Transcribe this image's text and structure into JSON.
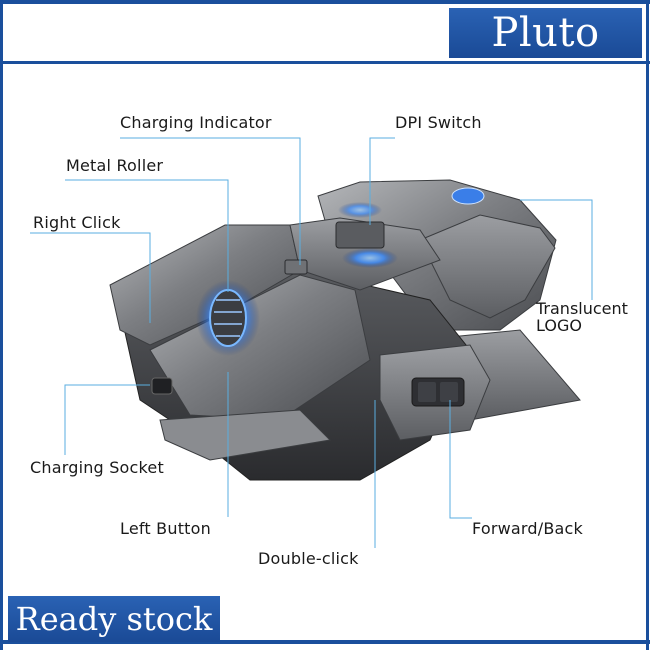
{
  "brand": {
    "name": "Pluto"
  },
  "banner": {
    "text": "Ready stock"
  },
  "callouts": {
    "charging_indicator": "Charging Indicator",
    "dpi_switch": "DPI Switch",
    "metal_roller": "Metal Roller",
    "right_click": "Right Click",
    "translucent_logo_line1": "Translucent",
    "translucent_logo_line2": "LOGO",
    "charging_socket": "Charging Socket",
    "left_button": "Left Button",
    "double_click": "Double-click",
    "forward_back": "Forward/Back"
  },
  "colors": {
    "frame": "#1a4f9c",
    "banner": "#1d4f9e",
    "callout_line": "#5aaee0",
    "mouse_body": "#6e7074",
    "mouse_highlight": "#a9abaf",
    "led_glow": "#3a8cff"
  }
}
